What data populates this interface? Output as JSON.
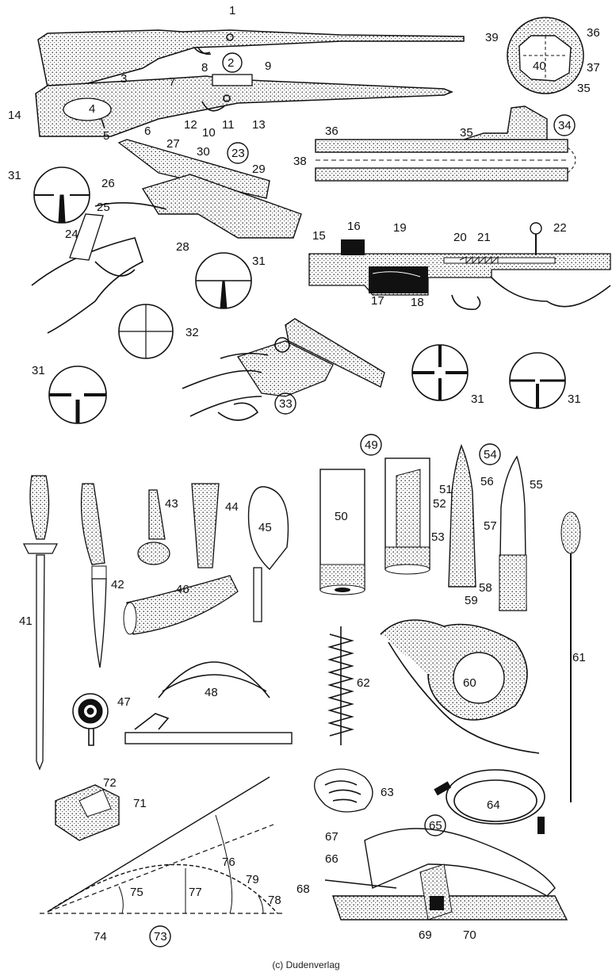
{
  "credit": "(c) Dudenverlag",
  "labels": [
    "1",
    "2",
    "3",
    "4",
    "5",
    "6",
    "7",
    "8",
    "9",
    "10",
    "11",
    "12",
    "13",
    "14",
    "15",
    "16",
    "17",
    "18",
    "19",
    "20",
    "21",
    "22",
    "23",
    "24",
    "25",
    "26",
    "27",
    "28",
    "29",
    "30",
    "31",
    "32",
    "33",
    "34",
    "35",
    "36",
    "37",
    "38",
    "39",
    "40",
    "41",
    "42",
    "43",
    "44",
    "45",
    "46",
    "47",
    "48",
    "49",
    "50",
    "51",
    "52",
    "53",
    "54",
    "55",
    "56",
    "57",
    "58",
    "59",
    "60",
    "61",
    "62",
    "63",
    "64",
    "65",
    "66",
    "67",
    "68",
    "69",
    "70",
    "71",
    "72",
    "73",
    "74",
    "75",
    "76",
    "77",
    "78",
    "79"
  ],
  "circled": [
    "2",
    "23",
    "33",
    "34",
    "49",
    "54",
    "65",
    "73"
  ]
}
